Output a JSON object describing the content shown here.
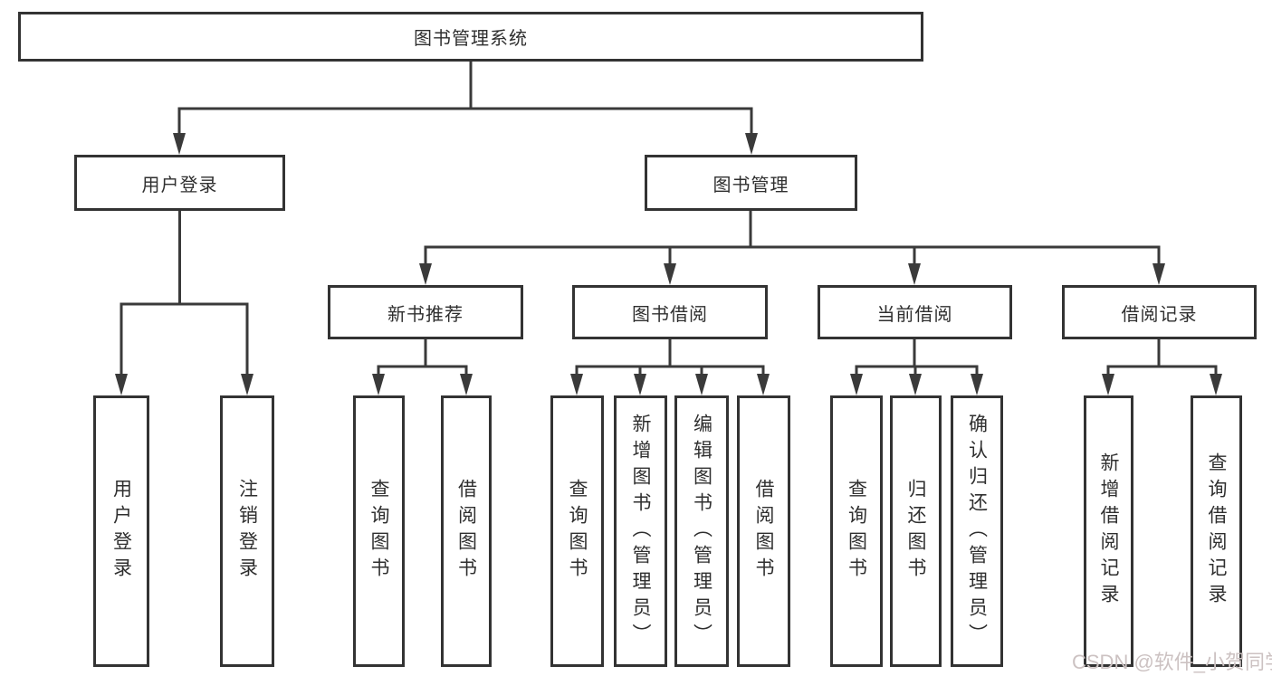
{
  "tree": {
    "root": "图书管理系统",
    "level2": [
      {
        "label": "用户登录",
        "leaves": [
          "用户登录",
          "注销登录"
        ]
      },
      {
        "label": "图书管理",
        "groups": [
          {
            "label": "新书推荐",
            "leaves": [
              "查询图书",
              "借阅图书"
            ]
          },
          {
            "label": "图书借阅",
            "leaves": [
              "查询图书",
              "新增图书（管理员）",
              "编辑图书（管理员）",
              "借阅图书"
            ]
          },
          {
            "label": "当前借阅",
            "leaves": [
              "查询图书",
              "归还图书",
              "确认归还（管理员）"
            ]
          },
          {
            "label": "借阅记录",
            "leaves": [
              "新增借阅记录",
              "查询借阅记录"
            ]
          }
        ]
      }
    ]
  },
  "watermark": {
    "text": "CSDN @软件_小贺同学"
  },
  "colors": {
    "box_border": "#333333",
    "line": "#3a3a3a",
    "text": "#2f2f2f",
    "watermark": "#ccc2c2",
    "background": "#ffffff"
  }
}
